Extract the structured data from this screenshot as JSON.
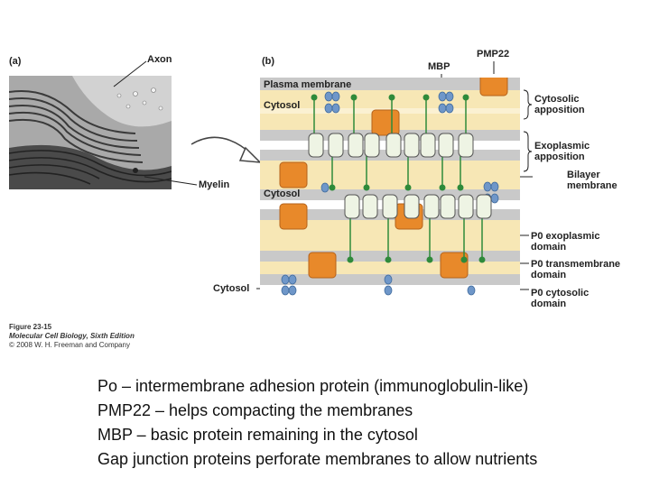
{
  "panel_a": {
    "label": "(a)",
    "axon_label": "Axon",
    "myelin_label": "Myelin"
  },
  "panel_b": {
    "label": "(b)",
    "mbp_label": "MBP",
    "pmp22_label": "PMP22",
    "plasma_membrane_label": "Plasma membrane",
    "cytosol_label_1": "Cytosol",
    "cytosol_label_2": "Cytosol",
    "cytosol_label_3": "Cytosol",
    "annotations": {
      "cytosolic_apposition": [
        "Cytosolic",
        "apposition"
      ],
      "exoplasmic_apposition": [
        "Exoplasmic",
        "apposition"
      ],
      "bilayer_membrane": [
        "Bilayer",
        "membrane"
      ],
      "p0_exoplasmic": [
        "P0 exoplasmic",
        "domain"
      ],
      "p0_transmembrane": [
        "P0 transmembrane",
        "domain"
      ],
      "p0_cytosolic": [
        "P0 cytosolic",
        "domain"
      ]
    }
  },
  "figure_caption": {
    "title": "Figure 23-15",
    "book": "Molecular Cell Biology, Sixth Edition",
    "copyright": "© 2008 W. H. Freeman and Company"
  },
  "notes": [
    "Po – intermembrane adhesion protein (immunoglobulin-like)",
    "PMP22 – helps compacting the membranes",
    "MBP – basic protein remaining in the cytosol",
    "Gap junction proteins perforate membranes to allow nutrients"
  ],
  "colors": {
    "membrane_gray": "#c9c9c9",
    "cytosol_cream": "#f7e7b5",
    "pmp22_orange": "#e8892a",
    "mbp_blue": "#6f97c9",
    "p0_green": "#2f8a3a",
    "p0_domain_fill": "#eef4e4"
  }
}
